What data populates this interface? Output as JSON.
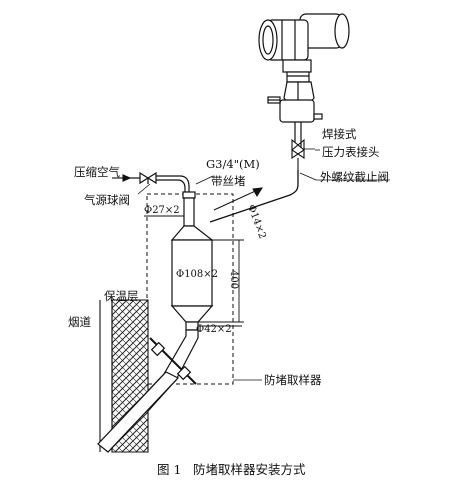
{
  "labels": {
    "weld_connector_line1": "焊接式",
    "weld_connector_line2": "压力表接头",
    "external_thread_valve": "外螺纹截止阀",
    "compressed_air": "压缩空气",
    "air_ball_valve": "气源球阀",
    "thread_spec": "G3/4\"(M)",
    "threaded_plug": "带丝堵",
    "pipe_27": "Φ27×2",
    "pipe_14": "Φ14×2",
    "pipe_108": "Φ108×2",
    "pipe_42": "Φ42×2",
    "height_400": "400",
    "insulation": "保温层",
    "flue": "烟道",
    "anti_block_sampler": "防堵取样器"
  },
  "caption": {
    "figure_number": "图 1",
    "figure_title": "防堵取样器安装方式"
  }
}
